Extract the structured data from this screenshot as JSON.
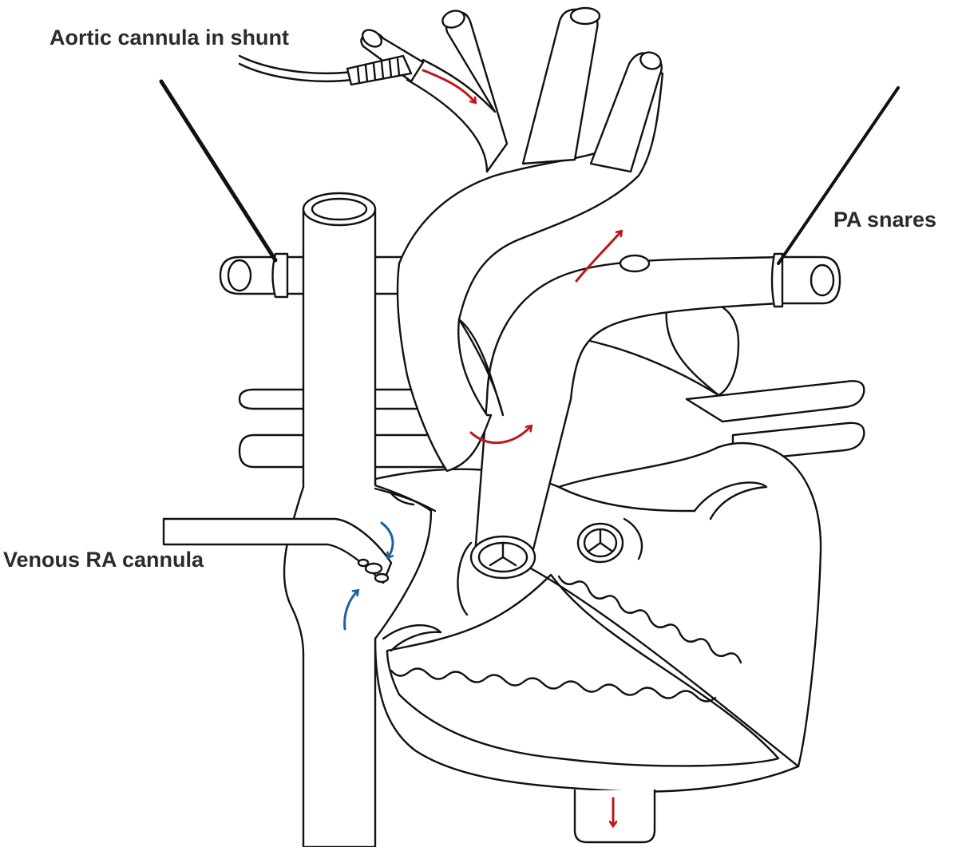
{
  "labels": {
    "aortic_cannula": "Aortic cannula in shunt",
    "pa_snares": "PA snares",
    "venous_cannula": "Venous RA cannula"
  },
  "colors": {
    "outline": "#111111",
    "oxygenated_flow": "#c0141c",
    "venous_flow": "#1f5f9e",
    "label_text": "#2b2b2b"
  }
}
